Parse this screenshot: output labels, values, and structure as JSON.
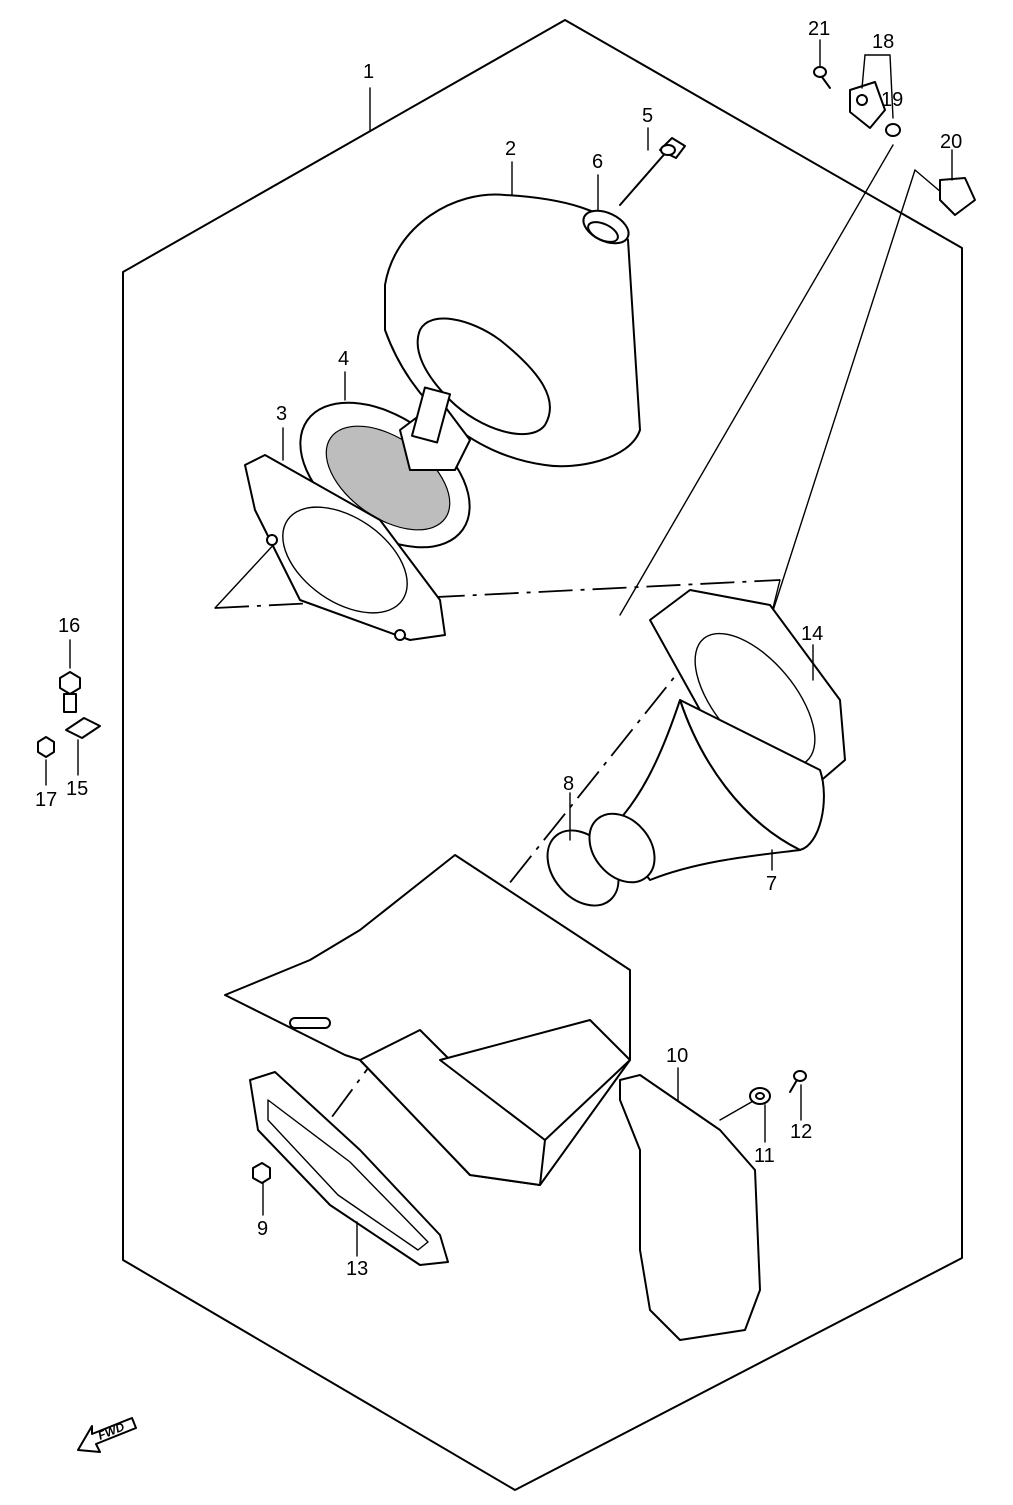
{
  "diagram": {
    "callouts": [
      {
        "id": "c1",
        "label": "1"
      },
      {
        "id": "c2",
        "label": "2"
      },
      {
        "id": "c3",
        "label": "3"
      },
      {
        "id": "c4",
        "label": "4"
      },
      {
        "id": "c5",
        "label": "5"
      },
      {
        "id": "c6",
        "label": "6"
      },
      {
        "id": "c7",
        "label": "7"
      },
      {
        "id": "c8",
        "label": "8"
      },
      {
        "id": "c9",
        "label": "9"
      },
      {
        "id": "c10",
        "label": "10"
      },
      {
        "id": "c11",
        "label": "11"
      },
      {
        "id": "c12",
        "label": "12"
      },
      {
        "id": "c13",
        "label": "13"
      },
      {
        "id": "c14",
        "label": "14"
      },
      {
        "id": "c15",
        "label": "15"
      },
      {
        "id": "c16",
        "label": "16"
      },
      {
        "id": "c17",
        "label": "17"
      },
      {
        "id": "c18",
        "label": "18"
      },
      {
        "id": "c19",
        "label": "19"
      },
      {
        "id": "c20",
        "label": "20"
      },
      {
        "id": "c21",
        "label": "21"
      }
    ],
    "fwd_arrow": {
      "label": "FWD"
    }
  }
}
